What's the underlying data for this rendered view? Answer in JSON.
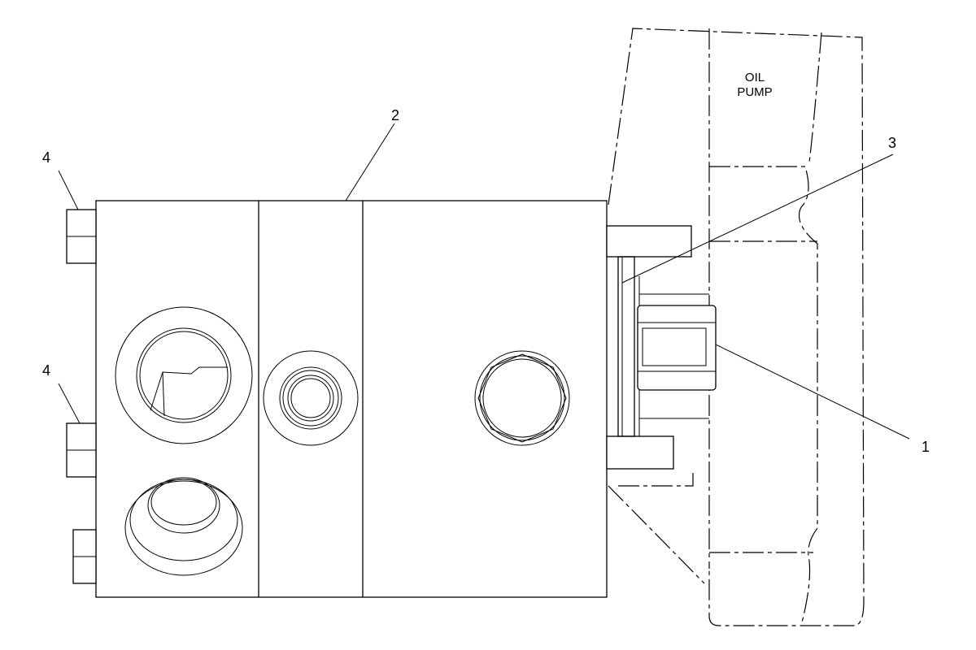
{
  "labels": {
    "oil_pump_line1": "OIL",
    "oil_pump_line2": "PUMP",
    "callout_1": "1",
    "callout_2": "2",
    "callout_3": "3",
    "callout_4_upper": "4",
    "callout_4_lower": "4"
  },
  "colors": {
    "line": "#000000",
    "background": "#ffffff"
  }
}
